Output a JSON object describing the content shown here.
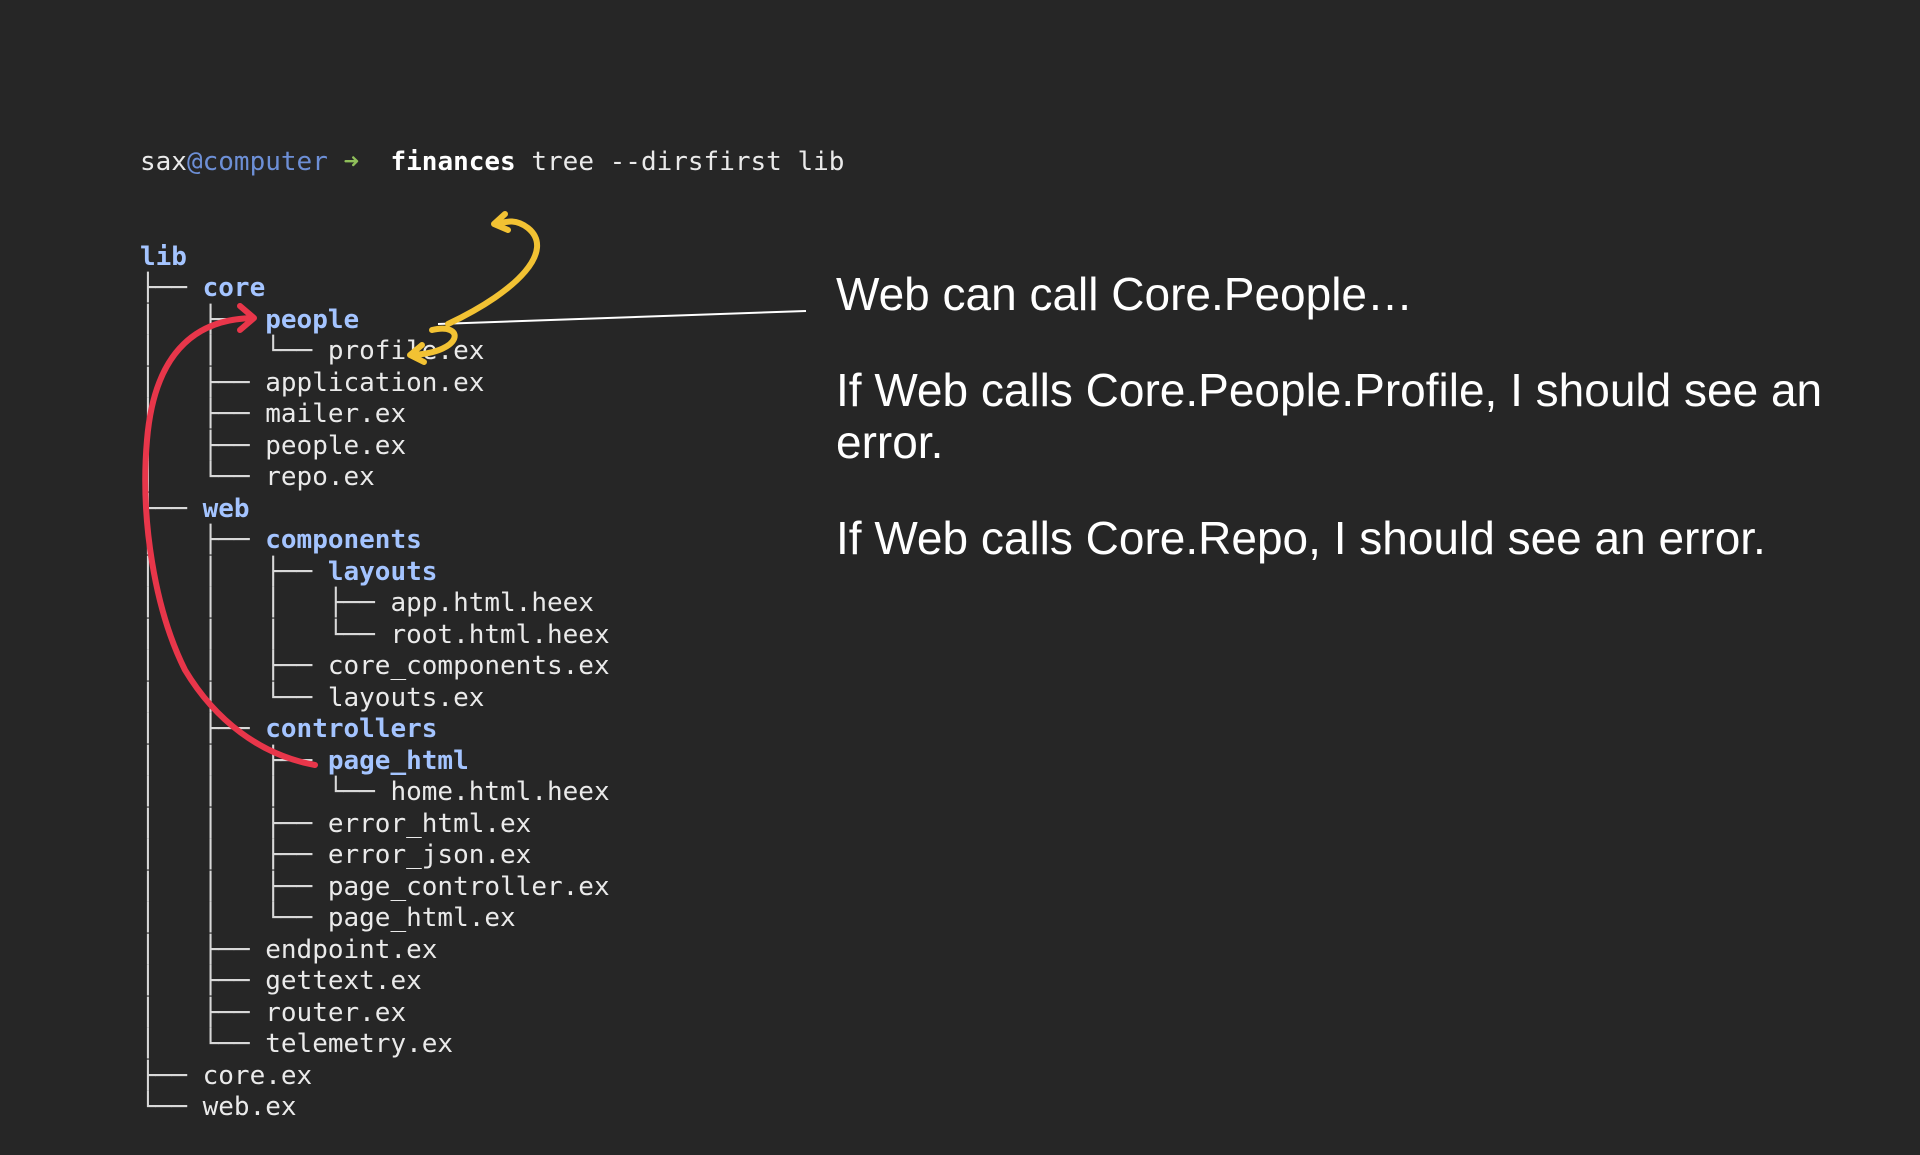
{
  "terminal": {
    "prompt_user": "sax",
    "prompt_at": "@",
    "prompt_host": "computer",
    "prompt_arrow": "➜",
    "prompt_dir": "finances",
    "command": "tree --dirsfirst lib"
  },
  "tree": [
    {
      "prefix": "",
      "name": "lib",
      "dir": true
    },
    {
      "prefix": "├── ",
      "name": "core",
      "dir": true
    },
    {
      "prefix": "│   ├── ",
      "name": "people",
      "dir": true
    },
    {
      "prefix": "│   │   └── ",
      "name": "profile.ex",
      "dir": false
    },
    {
      "prefix": "│   ├── ",
      "name": "application.ex",
      "dir": false
    },
    {
      "prefix": "│   ├── ",
      "name": "mailer.ex",
      "dir": false
    },
    {
      "prefix": "│   ├── ",
      "name": "people.ex",
      "dir": false
    },
    {
      "prefix": "│   └── ",
      "name": "repo.ex",
      "dir": false
    },
    {
      "prefix": "├── ",
      "name": "web",
      "dir": true
    },
    {
      "prefix": "│   ├── ",
      "name": "components",
      "dir": true
    },
    {
      "prefix": "│   │   ├── ",
      "name": "layouts",
      "dir": true
    },
    {
      "prefix": "│   │   │   ├── ",
      "name": "app.html.heex",
      "dir": false
    },
    {
      "prefix": "│   │   │   └── ",
      "name": "root.html.heex",
      "dir": false
    },
    {
      "prefix": "│   │   ├── ",
      "name": "core_components.ex",
      "dir": false
    },
    {
      "prefix": "│   │   └── ",
      "name": "layouts.ex",
      "dir": false
    },
    {
      "prefix": "│   ├── ",
      "name": "controllers",
      "dir": true
    },
    {
      "prefix": "│   │   ├── ",
      "name": "page_html",
      "dir": true
    },
    {
      "prefix": "│   │   │   └── ",
      "name": "home.html.heex",
      "dir": false
    },
    {
      "prefix": "│   │   ├── ",
      "name": "error_html.ex",
      "dir": false
    },
    {
      "prefix": "│   │   ├── ",
      "name": "error_json.ex",
      "dir": false
    },
    {
      "prefix": "│   │   ├── ",
      "name": "page_controller.ex",
      "dir": false
    },
    {
      "prefix": "│   │   └── ",
      "name": "page_html.ex",
      "dir": false
    },
    {
      "prefix": "│   ├── ",
      "name": "endpoint.ex",
      "dir": false
    },
    {
      "prefix": "│   ├── ",
      "name": "gettext.ex",
      "dir": false
    },
    {
      "prefix": "│   ├── ",
      "name": "router.ex",
      "dir": false
    },
    {
      "prefix": "│   └── ",
      "name": "telemetry.ex",
      "dir": false
    },
    {
      "prefix": "├── ",
      "name": "core.ex",
      "dir": false
    },
    {
      "prefix": "└── ",
      "name": "web.ex",
      "dir": false
    }
  ],
  "notes": [
    "Web can call Core.People…",
    "If Web calls Core.People.Profile, I should see an error.",
    "If Web calls Core.Repo, I should see an error."
  ],
  "colors": {
    "background": "#262626",
    "directory": "#a4c4ff",
    "host": "#6d8fd6",
    "yellow_arrow": "#f2c233",
    "red_arrow": "#e8364a",
    "pointer_line": "#ffffff"
  }
}
